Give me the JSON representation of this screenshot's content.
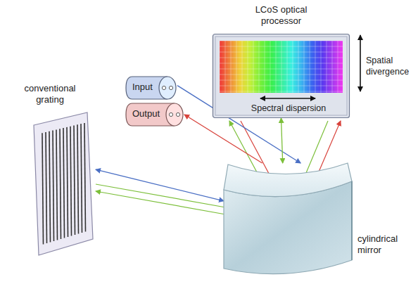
{
  "diagram": {
    "nodes": [
      {
        "text": [
          "LCoS optical processor"
        ]
      },
      {
        "text": [
          "Input"
        ]
      },
      {
        "text": [
          "Output"
        ]
      },
      {
        "text": [
          "conventional grating"
        ]
      },
      {
        "text": [
          "cylindrical mirror"
        ]
      }
    ],
    "edges": [
      {
        "from": 1,
        "to": 4,
        "arrow": "to"
      },
      {
        "from": 4,
        "to": 3,
        "arrow": "both"
      },
      {
        "from": 4,
        "to": 0,
        "arrow": "both"
      },
      {
        "from": 4,
        "to": 2,
        "arrow": "to"
      }
    ],
    "labels": [
      "Spatial divergence",
      "Spectral dispersion"
    ]
  }
}
